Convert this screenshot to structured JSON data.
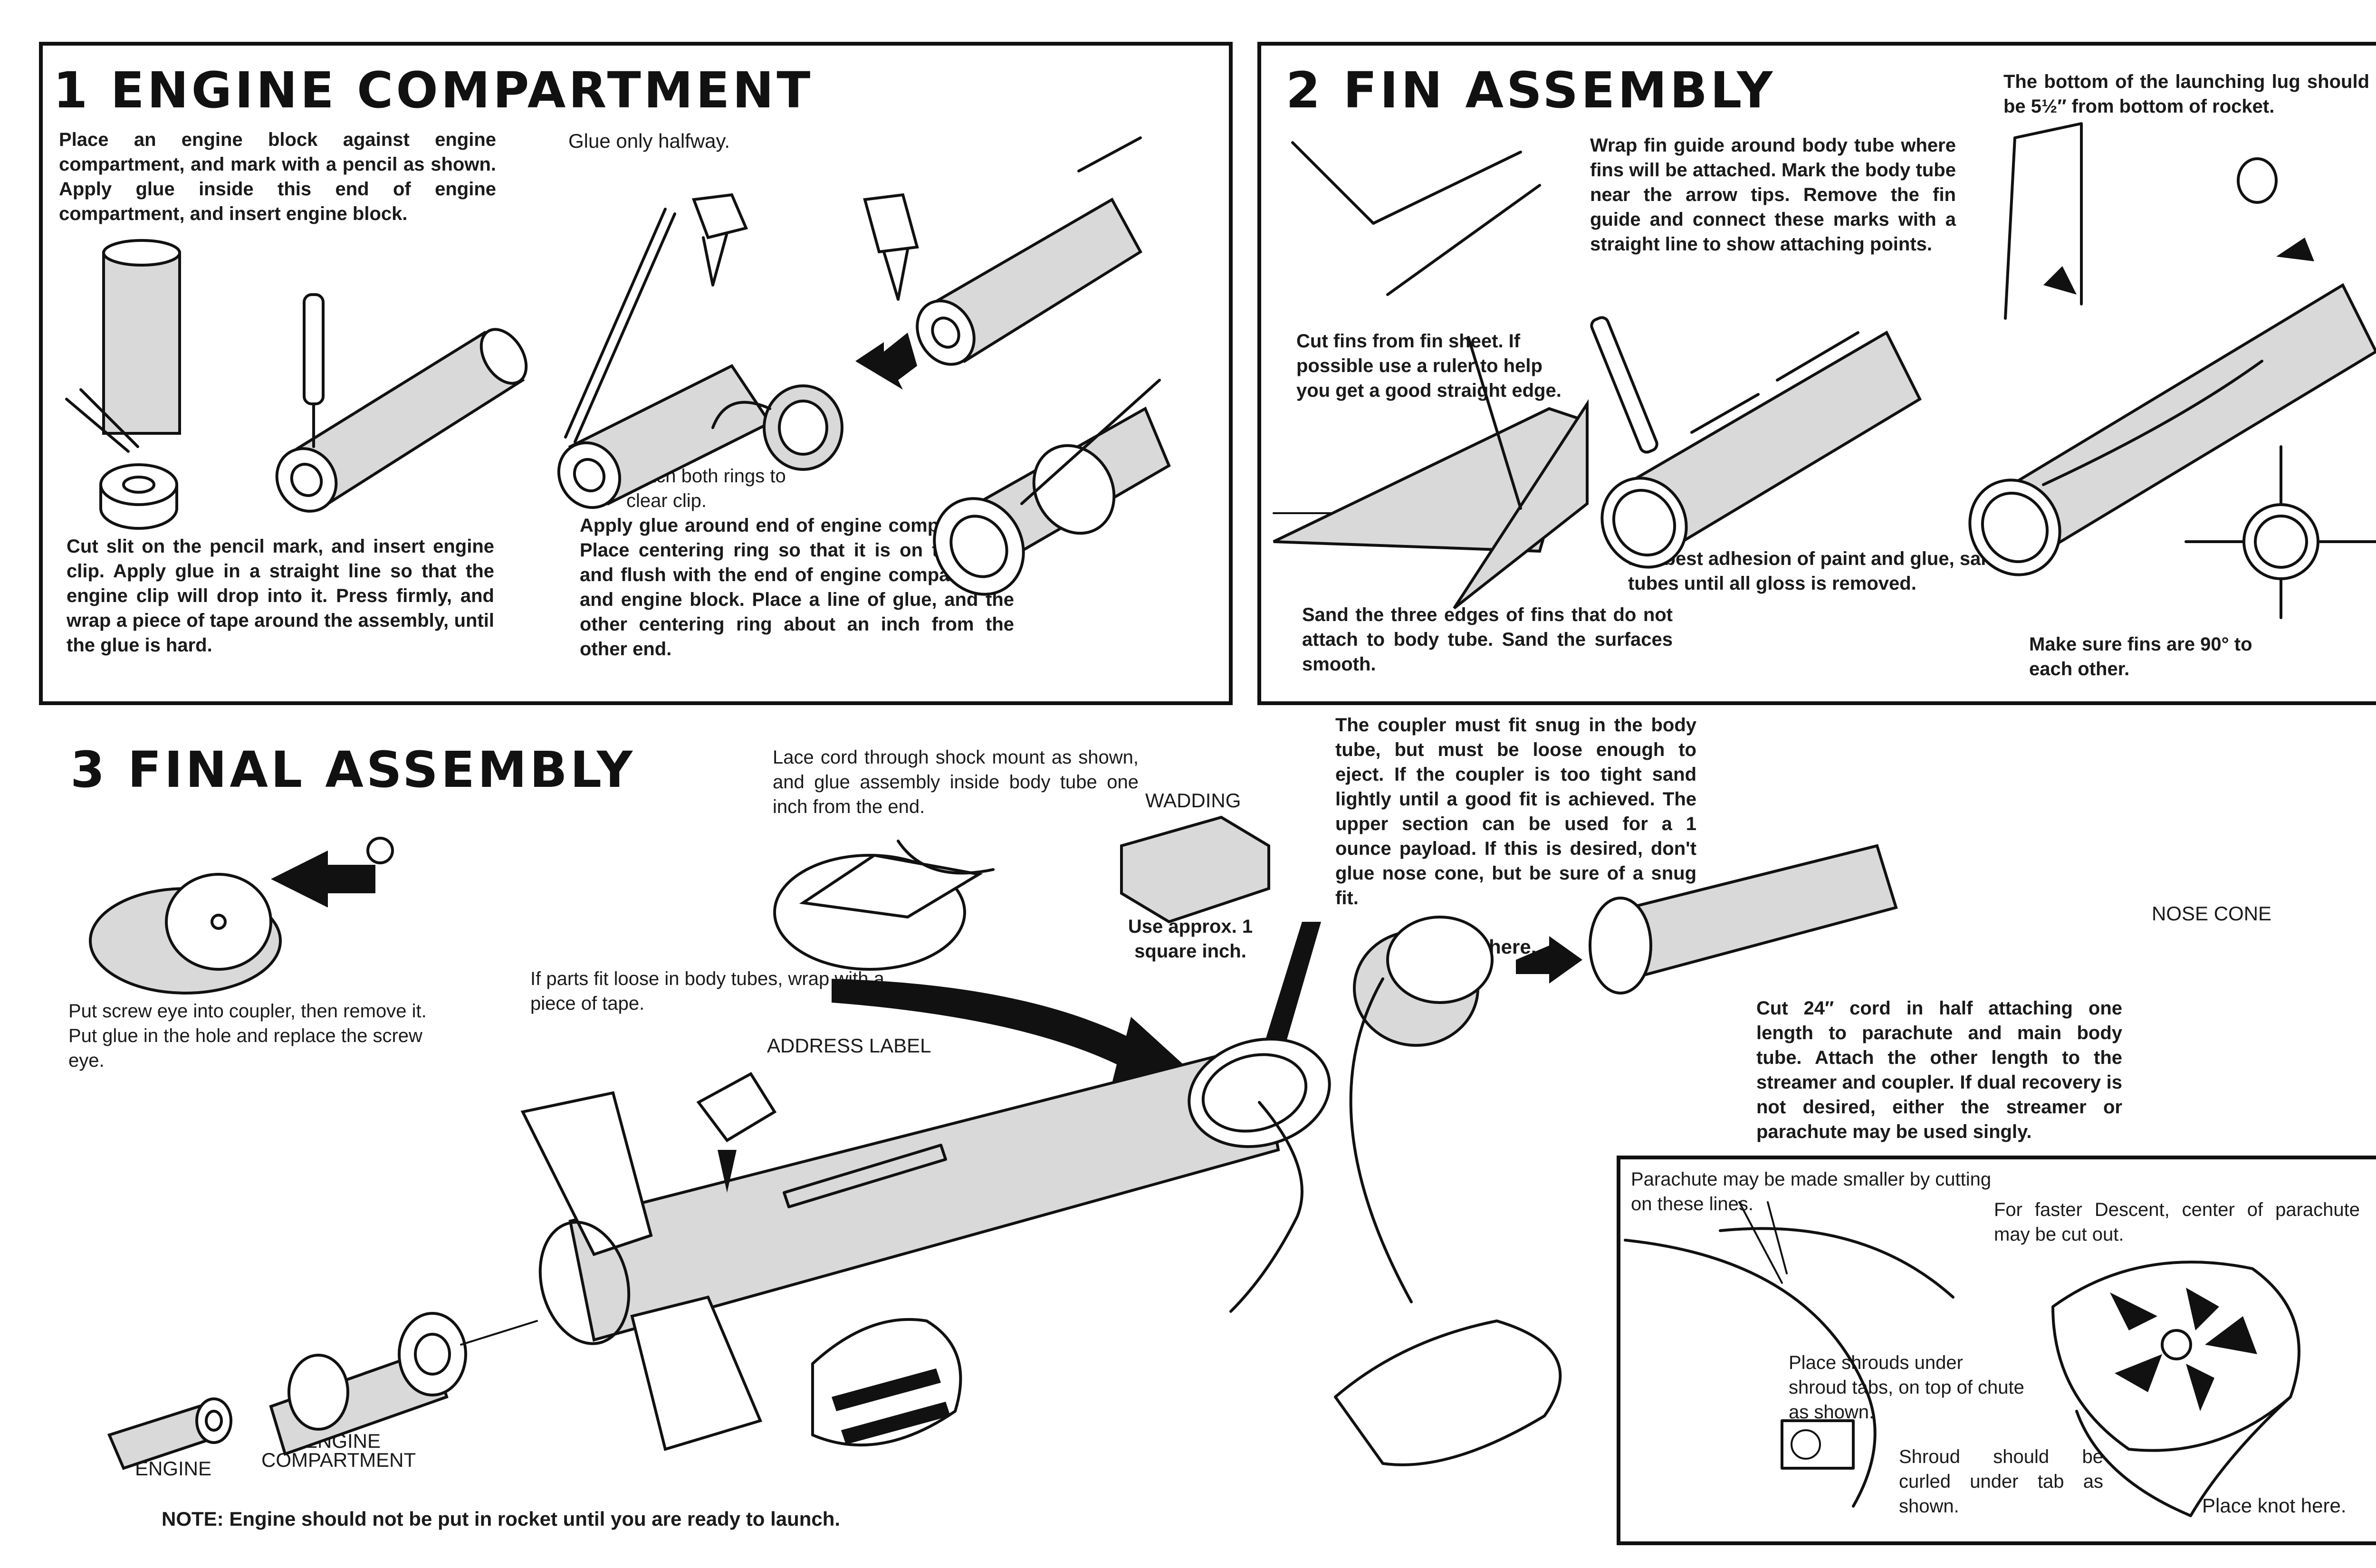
{
  "section1": {
    "heading": "1 ENGINE COMPARTMENT",
    "step_a": "Place an engine block against engine compartment, and mark with a pencil as shown. Apply glue inside this end of engine compartment, and insert engine block.",
    "glue_halfway": "Glue only halfway.",
    "notch_rings": "Notch both rings to clear clip.",
    "step_b": "Cut slit on the pencil mark, and insert engine clip. Apply glue in a straight line so that the engine clip will drop into it. Press firmly, and wrap a piece of tape around the assembly, until the glue is hard.",
    "step_c": "Apply glue around end of engine compartment. Place centering ring so that it is on this glue and flush with the end of engine compartment, and engine block. Place a line of glue, and the other centering ring about an inch from the other end."
  },
  "section2": {
    "heading": "2 FIN ASSEMBLY",
    "launch_lug": "The bottom of the launching lug should be 5½″ from bottom of rocket.",
    "fin_guide": "Wrap fin guide around body tube where fins will be attached. Mark the body tube near the arrow tips. Remove the fin guide and connect these marks with a straight line to show attaching points.",
    "cut_fins": "Cut fins from fin sheet. If possible use a ruler to help you get a good straight edge.",
    "adhesion": "For best adhesion of paint and glue, sand tubes until all gloss is removed.",
    "sand_edges": "Sand the three edges of fins that do not attach to body tube. Sand the surfaces smooth.",
    "fins_90": "Make sure fins are 90° to each other."
  },
  "section3": {
    "heading": "3 FINAL ASSEMBLY",
    "screw_eye": "Put screw eye into coupler, then remove it. Put glue in the hole and replace the screw eye.",
    "lace_cord": "Lace cord through shock mount as shown, and glue assembly inside body tube one inch from the end.",
    "wadding": "WADDING",
    "use_approx": "Use approx. 1 square inch.",
    "coupler": "The coupler must fit snug in the body tube, but must be loose enough to eject. If the coupler is too tight sand lightly until a good fit is achieved. The upper section can be used for a 1 ounce payload. If this is desired, don't glue nose cone, but be sure of a snug fit.",
    "glue_here": "Glue here.",
    "nose_cone": "NOSE CONE",
    "loose_parts": "If parts fit loose in body tubes, wrap with a piece of tape.",
    "address_label": "ADDRESS LABEL",
    "cord": "Cut 24″ cord in half attaching one length to parachute and main body tube. Attach the other length to the streamer and coupler. If dual recovery is not desired, either the streamer or parachute may be used singly.",
    "engine": "ENGINE",
    "engine_compartment_1": "ENGINE",
    "engine_compartment_2": "COMPARTMENT",
    "note": "NOTE: Engine should not be put in rocket until you are ready to launch."
  },
  "parachute_box": {
    "smaller": "Parachute may be made smaller by cutting on these lines.",
    "faster": "For faster Descent, center of parachute may be cut out.",
    "shrouds": "Place shrouds under shroud tabs, on top of chute as shown.",
    "curled": "Shroud should be curled under tab as shown.",
    "knot": "Place knot here."
  }
}
